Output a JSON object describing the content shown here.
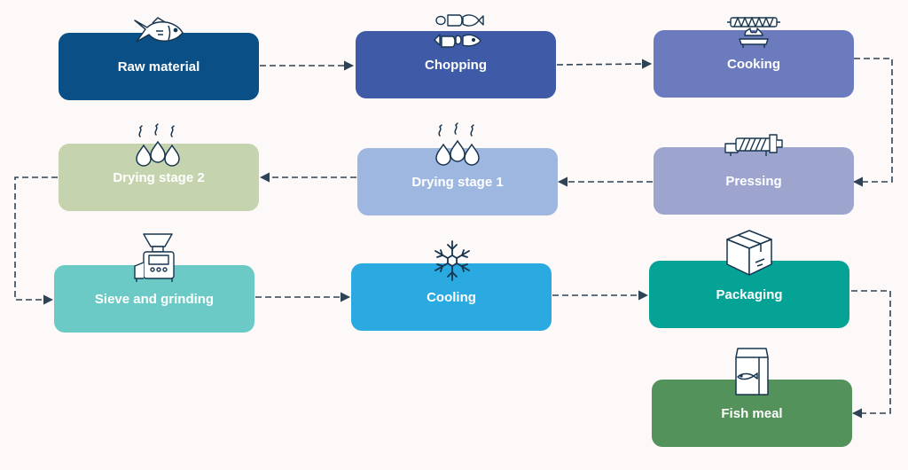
{
  "steps": {
    "raw_material": "Raw material",
    "chopping": "Chopping",
    "cooking": "Cooking",
    "drying_stage_2": "Drying stage 2",
    "drying_stage_1": "Drying stage 1",
    "pressing": "Pressing",
    "sieve_and_grinding": "Sieve and grinding",
    "cooling": "Cooling",
    "packaging": "Packaging",
    "fish_meal": "Fish meal"
  },
  "colors": {
    "raw_material": "#0a4f86",
    "chopping": "#3f5aa6",
    "cooking": "#6b7bbd",
    "drying_stage_2": "#c5d4ae",
    "drying_stage_1": "#9db7e1",
    "pressing": "#9da5cf",
    "sieve_and_grinding": "#6bcac6",
    "cooling": "#2ba9e1",
    "packaging": "#04a396",
    "fish_meal": "#53925a",
    "icon_stroke": "#17354f",
    "arrow": "#2f4356"
  },
  "icons": {
    "raw_material": "fish-icon",
    "chopping": "chopped-fish-icon",
    "cooking": "cooking-burner-icon",
    "drying": "steam-drops-icon",
    "pressing": "screw-press-icon",
    "sieve_and_grinding": "grinder-machine-icon",
    "cooling": "snowflake-icon",
    "packaging": "box-icon",
    "fish_meal": "fish-meal-bag-icon"
  }
}
